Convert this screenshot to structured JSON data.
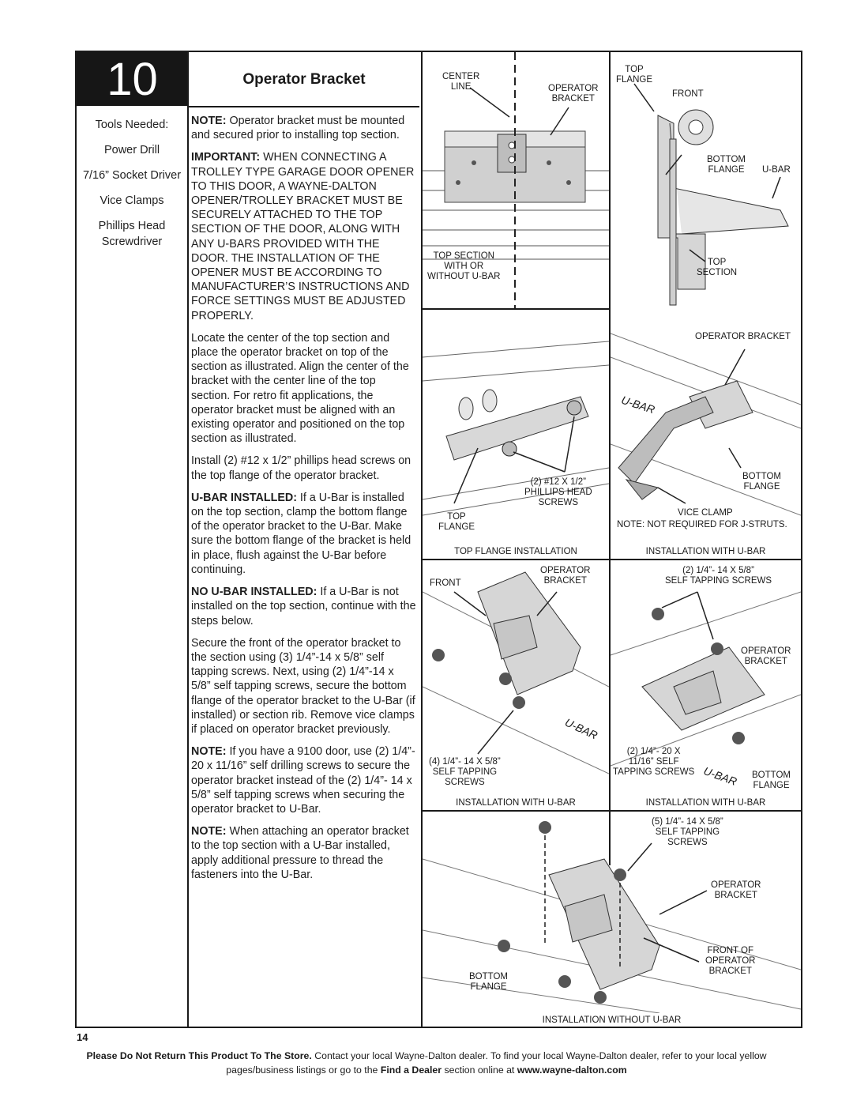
{
  "step": {
    "number": "10",
    "title": "Operator Bracket"
  },
  "tools": {
    "heading": "Tools Needed:",
    "items": [
      "Power Drill",
      "7/16” Socket Driver",
      "Vice Clamps",
      "Phillips Head Screwdriver"
    ]
  },
  "text": {
    "note1_label": "NOTE:",
    "note1": " Operator bracket must be mounted and secured prior to installing top section.",
    "important_label": "IMPORTANT:",
    "important": " WHEN CONNECTING A TROLLEY TYPE GARAGE DOOR OPENER TO THIS DOOR, A WAYNE-DALTON OPENER/TROLLEY BRACKET MUST BE SECURELY ATTACHED TO THE TOP SECTION OF THE DOOR, ALONG WITH ANY U-BARS PROVIDED WITH THE DOOR. THE INSTALLATION OF THE OPENER MUST BE ACCORDING TO MANUFACTURER’S INSTRUCTIONS AND FORCE SETTINGS MUST BE ADJUSTED PROPERLY.",
    "locate": "Locate the center of the top section and place the operator bracket on top of the section as illustrated. Align the center of the bracket with the center line of the top section. For retro fit applications, the operator bracket must be aligned with an existing operator and positioned on the top section as illustrated.",
    "install": "Install (2) #12 x 1/2” phillips head screws on the top flange of the operator bracket.",
    "ubar_label": "U-BAR INSTALLED:",
    "ubar": " If a U-Bar is installed on the top section, clamp the bottom flange of the operator bracket to the U-Bar. Make sure the bottom flange of the bracket is held in place, flush against the U-Bar before continuing.",
    "no_ubar_label": "NO U-BAR INSTALLED:",
    "no_ubar": " If a U-Bar is not installed on the top section, continue with the steps below.",
    "secure": "Secure the front of the operator bracket to the section using (3) 1/4”-14 x 5/8” self tapping screws. Next, using (2) 1/4”-14 x 5/8” self tapping screws, secure the bottom flange of the operator bracket to the U-Bar (if installed) or section rib. Remove vice clamps if placed on operator bracket previously.",
    "note2_label": "NOTE:",
    "note2": " If you have a 9100 door, use (2) 1/4”- 20 x 11/16” self drilling screws to secure the operator bracket instead of the (2) 1/4”- 14 x 5/8” self tapping screws when securing the operator bracket to U-Bar.",
    "note3_label": "NOTE:",
    "note3": " When attaching an operator bracket to the top section with a U-Bar installed, apply additional pressure to thread the fasteners into the U-Bar."
  },
  "figures": {
    "f1": {
      "center_line": "CENTER\nLINE",
      "operator_bracket": "OPERATOR\nBRACKET",
      "top_section": "TOP SECTION\nWITH OR\nWITHOUT U-BAR"
    },
    "f2": {
      "top_flange": "TOP\nFLANGE",
      "front": "FRONT",
      "bottom_flange": "BOTTOM\nFLANGE",
      "ubar": "U-BAR",
      "top_section": "TOP\nSECTION"
    },
    "f3": {
      "screws": "(2) #12 X 1/2”\nPHILLIPS HEAD\nSCREWS",
      "top_flange": "TOP\nFLANGE",
      "caption": "TOP FLANGE INSTALLATION"
    },
    "f4": {
      "operator_bracket": "OPERATOR BRACKET",
      "ubar": "U-BAR",
      "bottom_flange": "BOTTOM\nFLANGE",
      "vice_clamp": "VICE CLAMP",
      "note": "NOTE: NOT REQUIRED FOR J-STRUTS.",
      "caption": "INSTALLATION WITH U-BAR"
    },
    "f5": {
      "front": "FRONT",
      "operator_bracket": "OPERATOR\nBRACKET",
      "ubar": "U-BAR",
      "screws": "(4) 1/4”- 14 X 5/8”\nSELF TAPPING\nSCREWS",
      "caption": "INSTALLATION WITH U-BAR"
    },
    "f6": {
      "screws_top": "(2) 1/4”- 14 X 5/8”\nSELF TAPPING SCREWS",
      "operator_bracket": "OPERATOR\nBRACKET",
      "screws_bottom": "(2) 1/4”- 20 X\n11/16” SELF\nTAPPING SCREWS",
      "ubar": "U-BAR",
      "bottom_flange": "BOTTOM\nFLANGE",
      "caption": "INSTALLATION WITH U-BAR"
    },
    "f7": {
      "screws": "(5) 1/4”- 14 X 5/8”\nSELF TAPPING\nSCREWS",
      "operator_bracket": "OPERATOR\nBRACKET",
      "front_of": "FRONT OF\nOPERATOR\nBRACKET",
      "bottom_flange": "BOTTOM\nFLANGE",
      "caption": "INSTALLATION WITHOUT U-BAR"
    }
  },
  "page_number": "14",
  "footer": {
    "bold1": "Please Do Not Return This Product To The Store.",
    "t1": " Contact your local Wayne-Dalton dealer. To find your local Wayne-Dalton dealer, refer to your local yellow pages/business listings or go to the ",
    "bold2": "Find a Dealer",
    "t2": " section online at ",
    "bold3": "www.wayne-dalton.com"
  }
}
